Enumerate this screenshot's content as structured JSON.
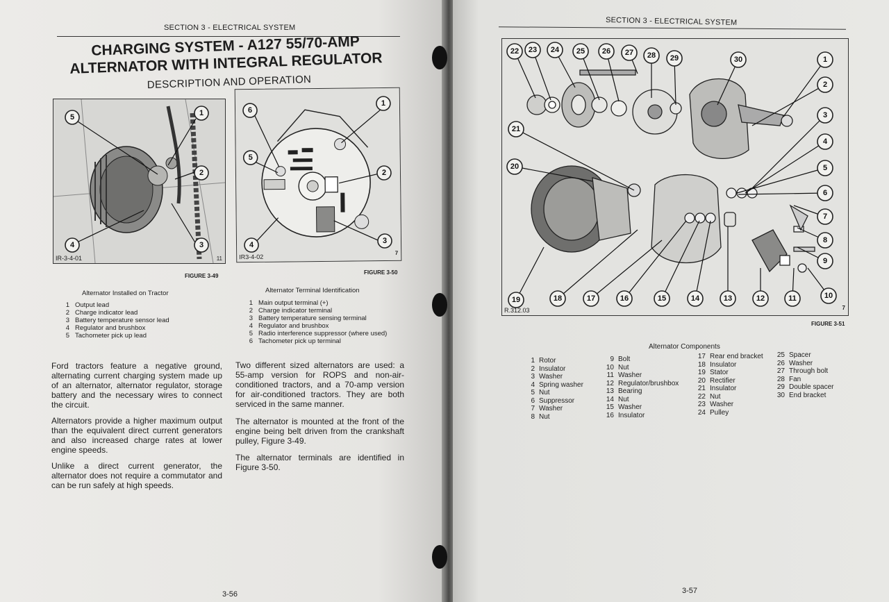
{
  "left_page": {
    "section_header": "SECTION 3 - ELECTRICAL SYSTEM",
    "title_line1": "CHARGING SYSTEM - A127 55/70-AMP",
    "title_line2": "ALTERNATOR WITH INTEGRAL REGULATOR",
    "subtitle": "DESCRIPTION AND OPERATION",
    "figure_a": {
      "code": "IR-3-4-01",
      "corner": "11",
      "label": "FIGURE 3-49",
      "callouts": [
        "5",
        "1",
        "2",
        "4",
        "3"
      ]
    },
    "figure_b": {
      "code": "IR3-4-02",
      "corner": "7",
      "label": "FIGURE 3-50",
      "callouts": [
        "6",
        "1",
        "5",
        "2",
        "4",
        "3"
      ]
    },
    "caption_a": "Alternator Installed on Tractor",
    "list_a": [
      {
        "n": "1",
        "text": "Output lead"
      },
      {
        "n": "2",
        "text": "Charge indicator lead"
      },
      {
        "n": "3",
        "text": "Battery temperature sensor lead"
      },
      {
        "n": "4",
        "text": "Regulator and brushbox"
      },
      {
        "n": "5",
        "text": "Tachometer pick up lead"
      }
    ],
    "caption_b": "Alternator Terminal Identification",
    "list_b": [
      {
        "n": "1",
        "text": "Main output terminal (+)"
      },
      {
        "n": "2",
        "text": "Charge indicator terminal"
      },
      {
        "n": "3",
        "text": "Battery temperature sensing terminal"
      },
      {
        "n": "4",
        "text": "Regulator and brushbox"
      },
      {
        "n": "5",
        "text": "Radio interference suppressor (where used)"
      },
      {
        "n": "6",
        "text": "Tachometer pick up terminal"
      }
    ],
    "para1": "Ford tractors feature a negative ground, alternating current charging system made up of an alternator, alternator regulator, storage battery and the necessary wires to connect the circuit.",
    "para2": "Alternators provide a higher maximum output than the equivalent direct current generators and also increased charge rates at lower engine speeds.",
    "para3": "Unlike a direct current generator, the alternator does not require a commutator and can be run safely at high speeds.",
    "para4": "Two different sized alternators are used: a 55-amp version for ROPS and non-air-conditioned tractors, and a 70-amp version for air-conditioned tractors. They are both serviced in the same manner.",
    "para5": "The alternator is mounted at the front of the engine being belt driven from the crankshaft pulley, Figure 3-49.",
    "para6": "The alternator terminals are identified in Figure 3-50.",
    "page_number": "3-56"
  },
  "right_page": {
    "section_header": "SECTION 3 - ELECTRICAL SYSTEM",
    "figure": {
      "code": "R.312.03",
      "corner": "7",
      "label": "FIGURE 3-51"
    },
    "callouts": [
      "22",
      "23",
      "24",
      "25",
      "26",
      "27",
      "28",
      "29",
      "30",
      "1",
      "2",
      "3",
      "4",
      "5",
      "6",
      "7",
      "8",
      "9",
      "10",
      "21",
      "20",
      "19",
      "18",
      "17",
      "16",
      "15",
      "14",
      "13",
      "12",
      "11"
    ],
    "components_title": "Alternator Components",
    "col1": [
      {
        "n": "1",
        "text": "Rotor"
      },
      {
        "n": "2",
        "text": "Insulator"
      },
      {
        "n": "3",
        "text": "Washer"
      },
      {
        "n": "4",
        "text": "Spring washer"
      },
      {
        "n": "5",
        "text": "Nut"
      },
      {
        "n": "6",
        "text": "Suppressor"
      },
      {
        "n": "7",
        "text": "Washer"
      },
      {
        "n": "8",
        "text": "Nut"
      }
    ],
    "col2": [
      {
        "n": "9",
        "text": "Bolt"
      },
      {
        "n": "10",
        "text": "Nut"
      },
      {
        "n": "11",
        "text": "Washer"
      },
      {
        "n": "12",
        "text": "Regulator/brushbox"
      },
      {
        "n": "13",
        "text": "Bearing"
      },
      {
        "n": "14",
        "text": "Nut"
      },
      {
        "n": "15",
        "text": "Washer"
      },
      {
        "n": "16",
        "text": "Insulator"
      }
    ],
    "col3": [
      {
        "n": "17",
        "text": "Rear end bracket"
      },
      {
        "n": "18",
        "text": "Insulator"
      },
      {
        "n": "19",
        "text": "Stator"
      },
      {
        "n": "20",
        "text": "Rectifier"
      },
      {
        "n": "21",
        "text": "Insulator"
      },
      {
        "n": "22",
        "text": "Nut"
      },
      {
        "n": "23",
        "text": "Washer"
      },
      {
        "n": "24",
        "text": "Pulley"
      }
    ],
    "col4": [
      {
        "n": "25",
        "text": "Spacer"
      },
      {
        "n": "26",
        "text": "Washer"
      },
      {
        "n": "27",
        "text": "Through bolt"
      },
      {
        "n": "28",
        "text": "Fan"
      },
      {
        "n": "29",
        "text": "Double spacer"
      },
      {
        "n": "30",
        "text": "End bracket"
      }
    ],
    "page_number": "3-57"
  }
}
